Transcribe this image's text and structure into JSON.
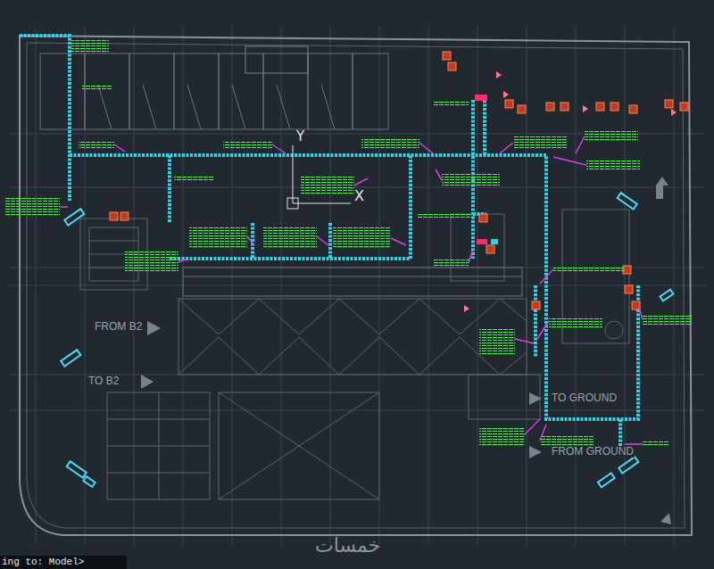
{
  "diagram": {
    "labels": [
      "Y",
      "X",
      "FROM B2",
      "TO B2",
      "TO GROUND",
      "FROM GROUND",
      "خمسات",
      "ing to: Model>"
    ]
  }
}
